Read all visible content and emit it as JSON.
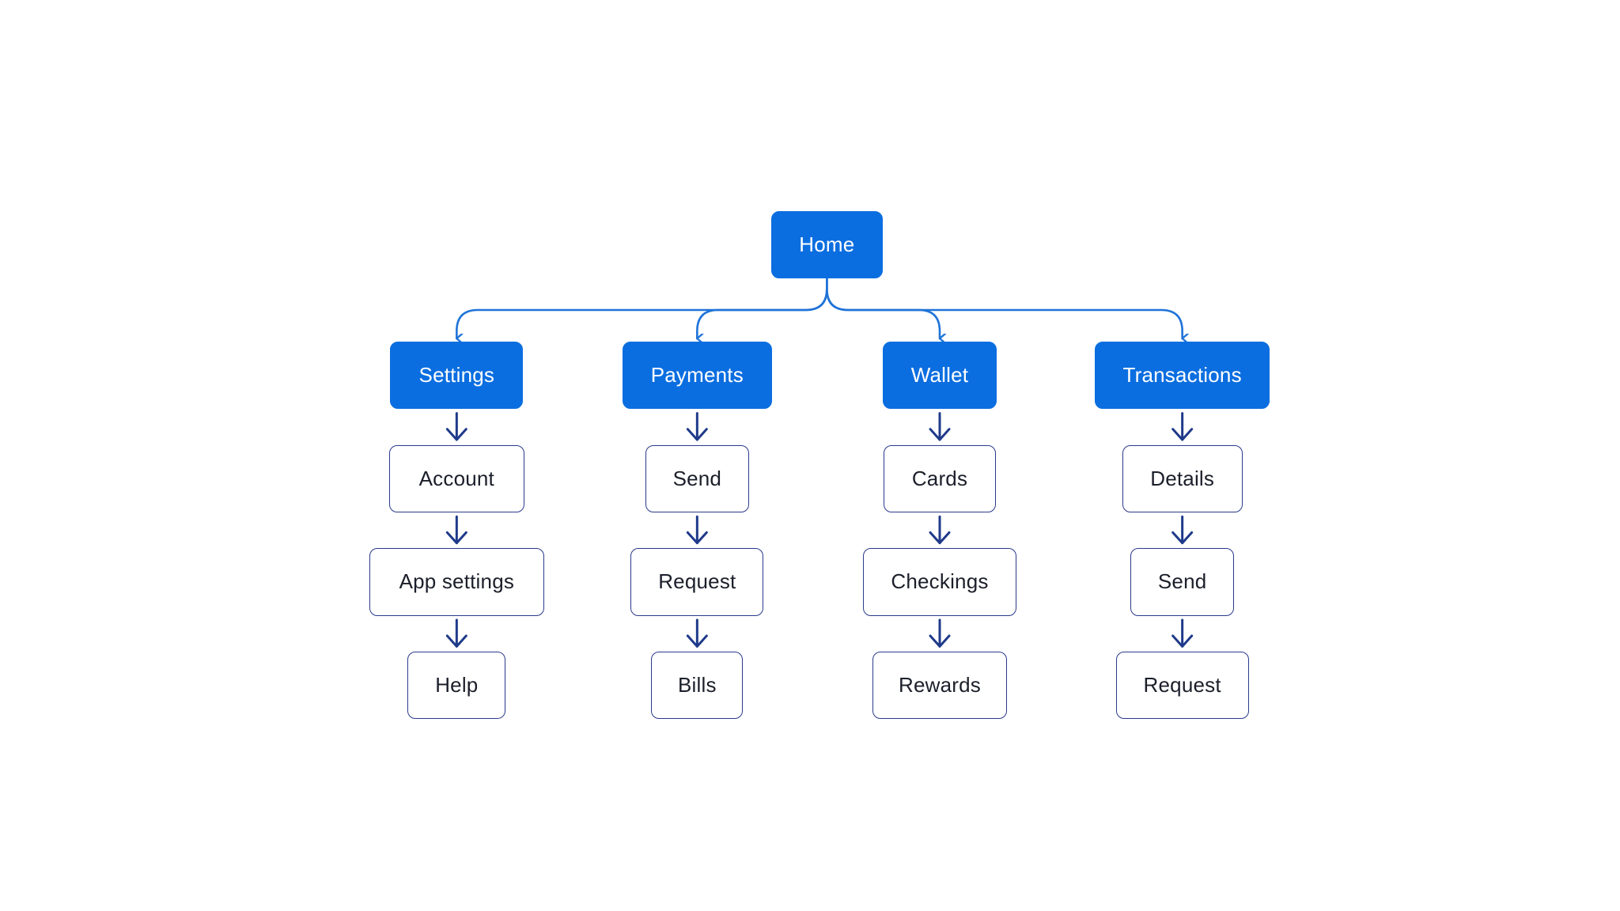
{
  "colors": {
    "primary_fill": "#0b6ee0",
    "primary_text": "#ffffff",
    "secondary_border": "#2a3a8c",
    "secondary_text": "#1b1f2a",
    "branch_arrow": "#1f73d8",
    "child_arrow": "#1f3a8a"
  },
  "root": {
    "label": "Home"
  },
  "columns": [
    {
      "label": "Settings",
      "children": [
        "Account",
        "App settings",
        "Help"
      ]
    },
    {
      "label": "Payments",
      "children": [
        "Send",
        "Request",
        "Bills"
      ]
    },
    {
      "label": "Wallet",
      "children": [
        "Cards",
        "Checkings",
        "Rewards"
      ]
    },
    {
      "label": "Transactions",
      "children": [
        "Details",
        "Send",
        "Request"
      ]
    }
  ]
}
